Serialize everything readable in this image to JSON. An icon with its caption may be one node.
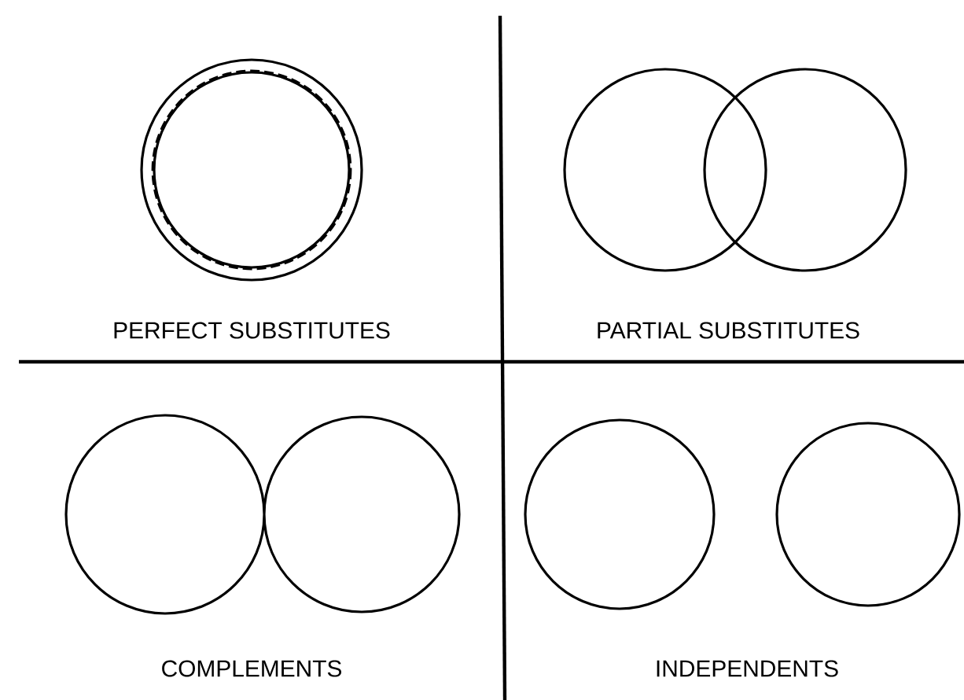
{
  "diagram": {
    "labels": [
      "PERFECT SUBSTITUTES",
      "PARTIAL SUBSTITUTES",
      "COMPLEMENTS",
      "INDEPENDENTS"
    ]
  }
}
